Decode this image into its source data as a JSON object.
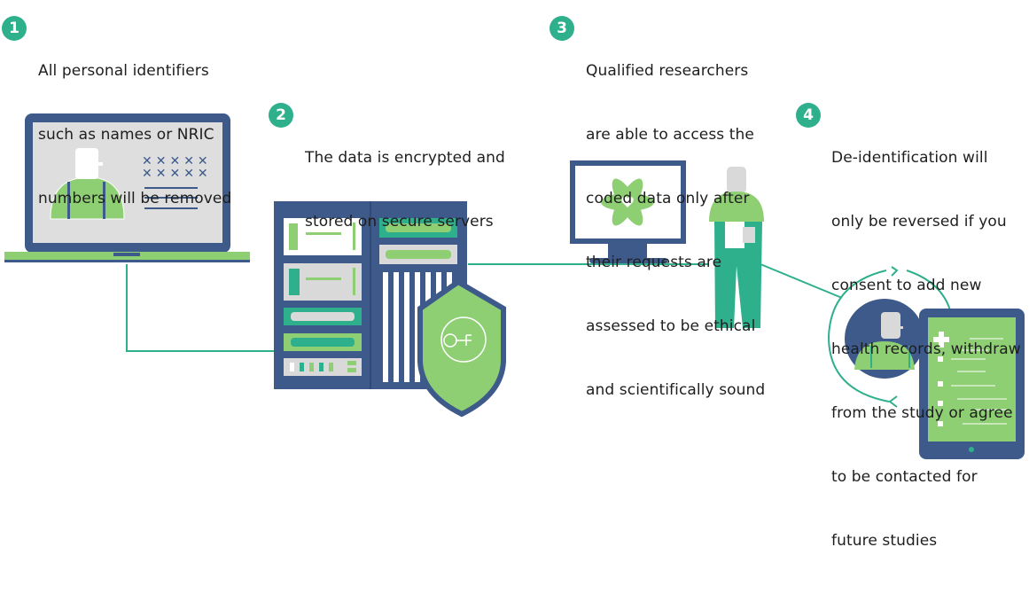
{
  "steps": [
    {
      "number": "1",
      "lines": [
        "All personal identifiers",
        "such as names or NRIC",
        "numbers will be removed"
      ]
    },
    {
      "number": "2",
      "lines": [
        "The data is encrypted and",
        "stored on secure servers"
      ]
    },
    {
      "number": "3",
      "lines": [
        "Qualified researchers",
        "are able to access the",
        "coded data only after",
        "their requests are",
        "assessed to be ethical",
        "and scientifically sound"
      ]
    },
    {
      "number": "4",
      "lines": [
        "De-identification will",
        "only be reversed if you",
        "consent to add new",
        "health records, withdraw",
        "from the study or agree",
        "to be contacted for",
        "future studies"
      ]
    }
  ],
  "masked_identifier": "*****",
  "colors": {
    "navy": "#3d5a8a",
    "green": "#8fcf74",
    "teal": "#2fb08d",
    "gray": "#d9d9d9"
  }
}
